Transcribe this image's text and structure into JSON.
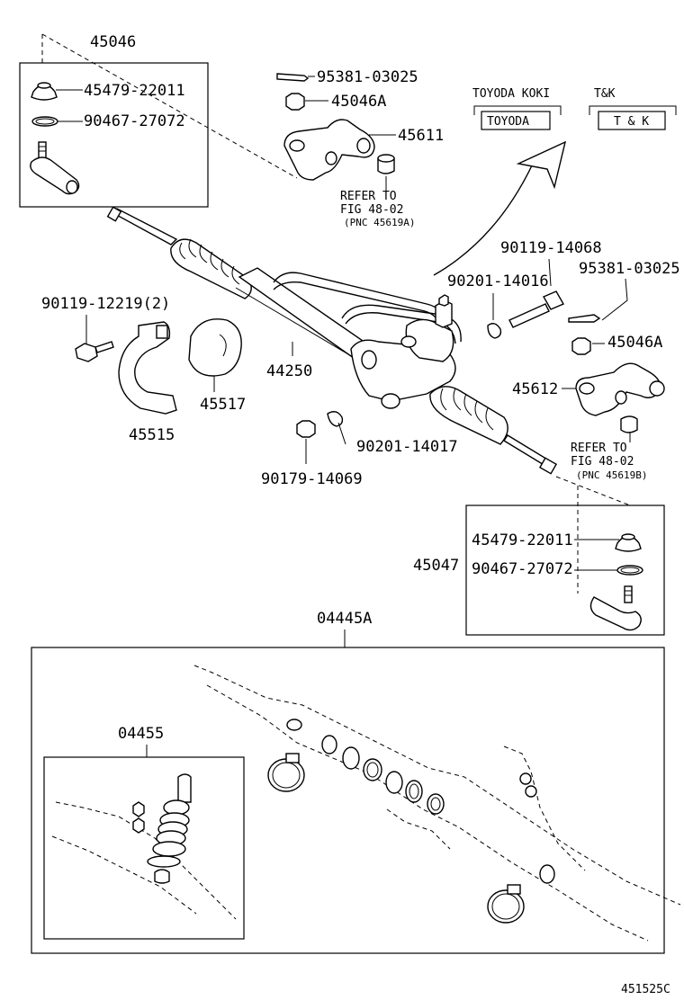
{
  "labels": {
    "p45046": "45046",
    "p45479_top": "45479-22011",
    "p90467_top": "90467-27072",
    "p95381_top": "95381-03025",
    "p45046A_top": "45046A",
    "p45611": "45611",
    "refer_top_1": "REFER TO",
    "refer_top_2": "FIG 48-02",
    "refer_top_3": "(PNC 45619A)",
    "toyoda_koki": "TOYODA KOKI",
    "toyoda_badge": "TOYODA",
    "tk": "T&K",
    "tk_badge": "T & K",
    "p90119_14068": "90119-14068",
    "p95381_right": "95381-03025",
    "p90201_14016": "90201-14016",
    "p90119_12219": "90119-12219(2)",
    "p44250": "44250",
    "p45517": "45517",
    "p45515": "45515",
    "p45046A_right": "45046A",
    "p45612": "45612",
    "refer_right_1": "REFER TO",
    "refer_right_2": "FIG 48-02",
    "refer_right_3": "(PNC 45619B)",
    "p90201_14017": "90201-14017",
    "p90179_14069": "90179-14069",
    "p45479_right": "45479-22011",
    "p90467_right": "90467-27072",
    "p45047": "45047",
    "p04445A": "04445A",
    "p04455": "04455",
    "figure_code": "451525C"
  }
}
